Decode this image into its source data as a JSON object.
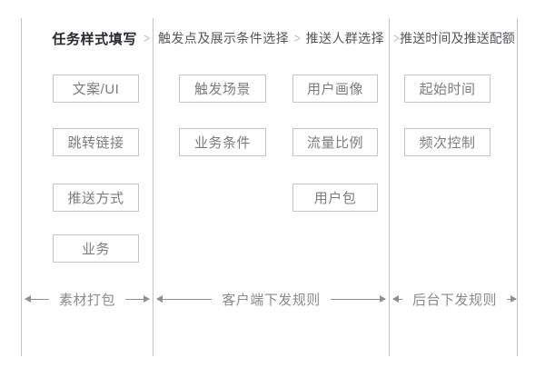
{
  "palette": {
    "line_gray": "#c3c3c3",
    "box_border": "#c6c6c6",
    "box_text": "#7b7c80",
    "step_text": "#55565b",
    "step_active_text": "#27272f",
    "chevron_gray": "#b8bcc2",
    "arrow_gray": "#8f8f8f",
    "background": "#ffffff"
  },
  "chevron": ">",
  "steps": {
    "step1": "任务样式填写",
    "step2": "触发点及展示条件选择",
    "step3": "推送人群选择",
    "step4": "推送时间及推送配额"
  },
  "sections": {
    "material": {
      "boxes": [
        "文案/UI",
        "跳转链接",
        "推送方式",
        "业务"
      ],
      "footer": "素材打包"
    },
    "client": {
      "trigger_boxes": [
        "触发场景",
        "业务条件"
      ],
      "audience_boxes": [
        "用户画像",
        "流量比例",
        "用户包"
      ],
      "footer": "客户端下发规则"
    },
    "backend": {
      "boxes": [
        "起始时间",
        "频次控制"
      ],
      "footer": "后台下发规则"
    }
  }
}
